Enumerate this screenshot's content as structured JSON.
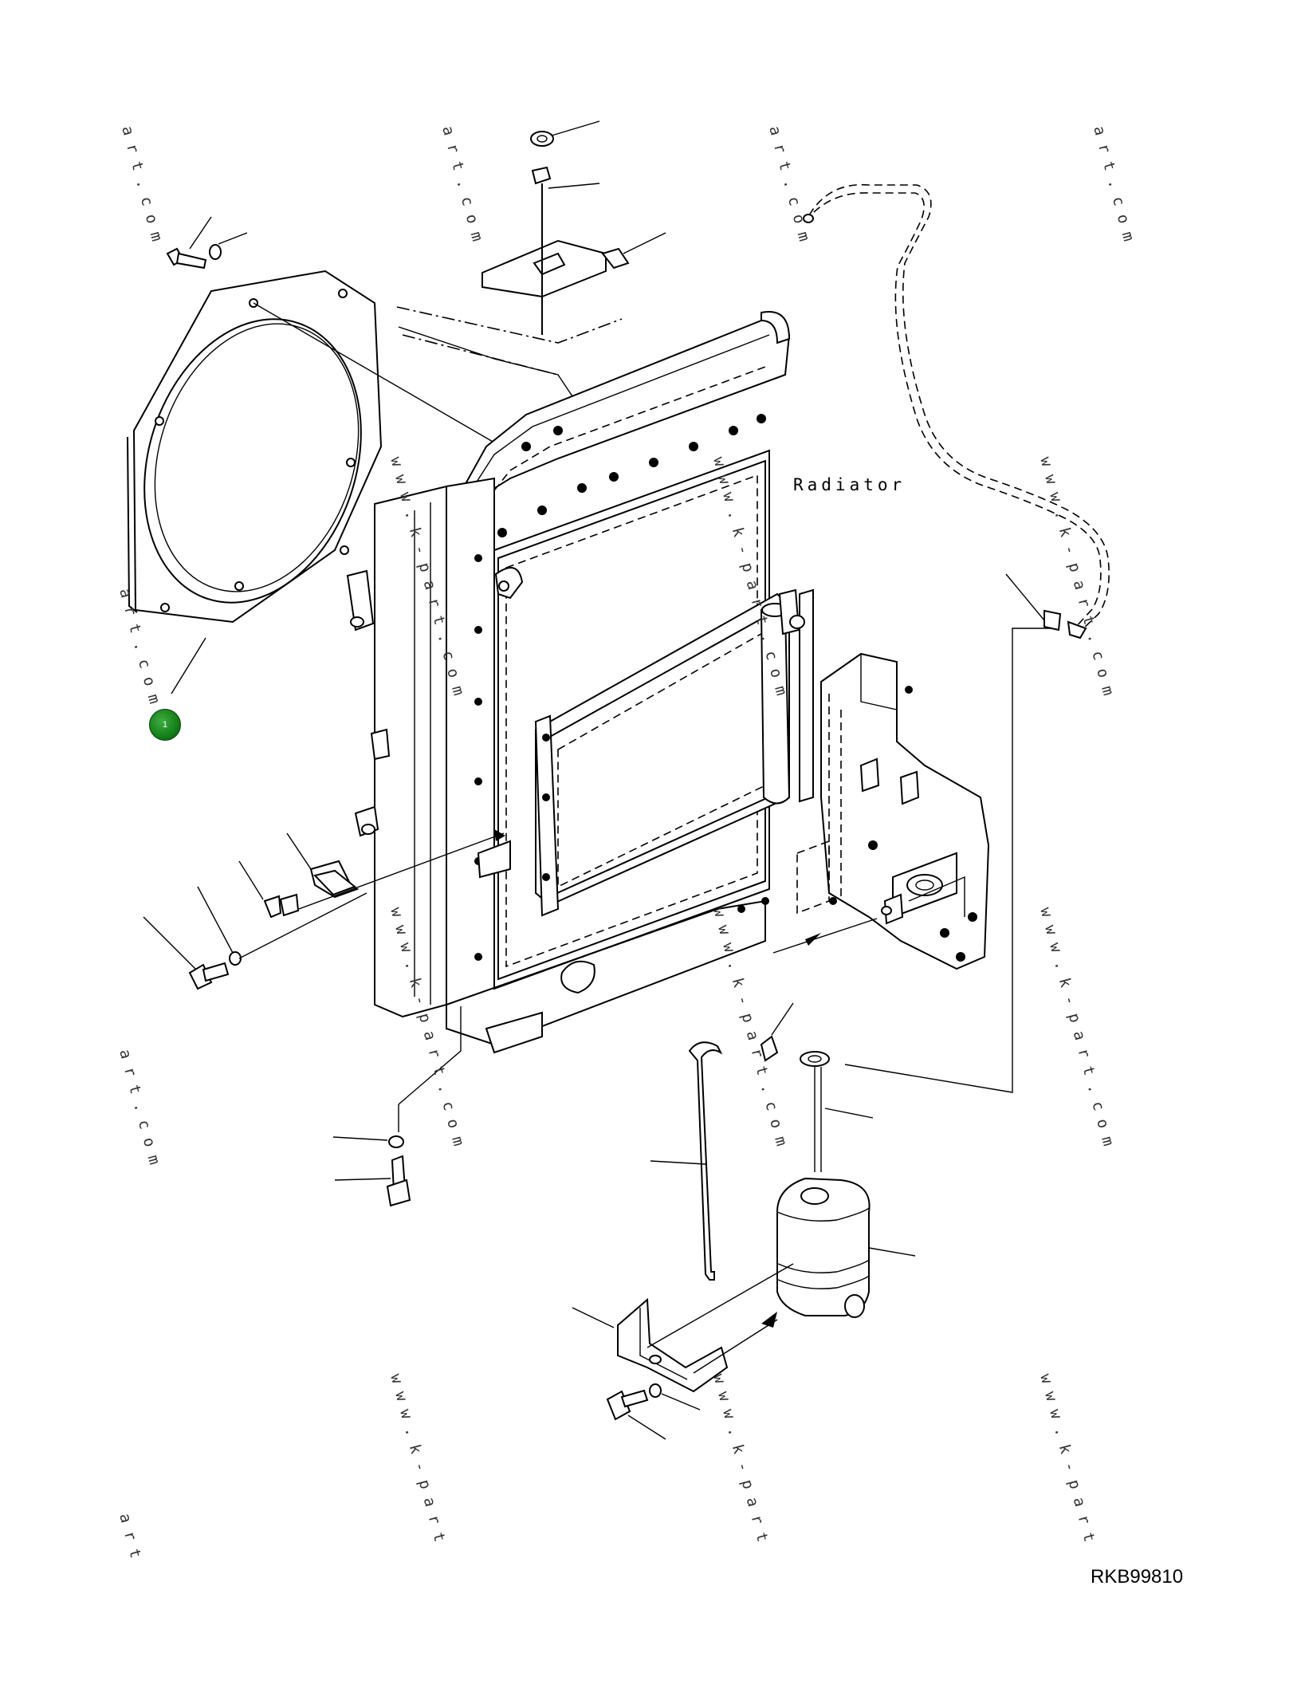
{
  "labels": {
    "radiator": "Radiator",
    "diagram_code": "RKB99810"
  },
  "callouts": [
    {
      "number": "1",
      "color": "#1a8c22"
    }
  ],
  "watermark": {
    "segments": [
      "art.com",
      "www.k-part.com",
      "www.k-part",
      "art"
    ],
    "color": "#333333"
  }
}
